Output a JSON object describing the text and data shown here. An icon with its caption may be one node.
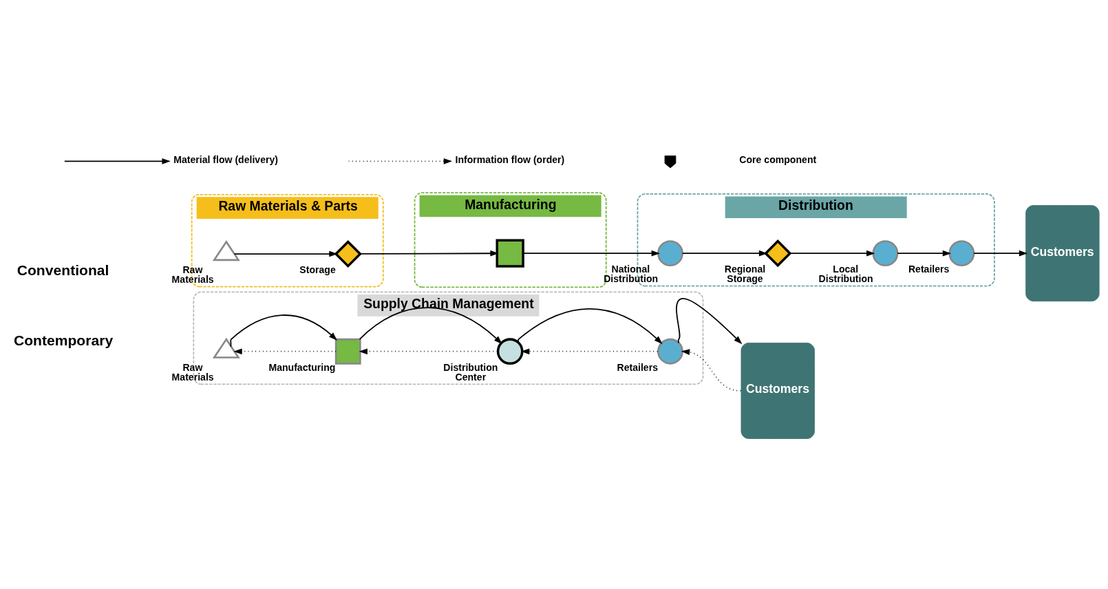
{
  "diagram": {
    "nodes": [
      {
        "text": [
          "Raw Materials & Parts"
        ]
      },
      {
        "text": [
          "Raw Materials"
        ],
        "in": 0
      },
      {
        "text": [
          "Storage"
        ],
        "in": 0
      },
      {
        "text": [
          "Manufacturing"
        ]
      },
      {
        "text": [],
        "shape": "box",
        "in": 3
      },
      {
        "text": [
          "Distribution"
        ]
      },
      {
        "text": [
          "National Distribution"
        ],
        "in": 5
      },
      {
        "text": [
          "Regional Storage"
        ],
        "in": 5
      },
      {
        "text": [
          "Local Distribution"
        ],
        "in": 5
      },
      {
        "text": [
          "Retailers"
        ],
        "in": 5
      },
      {
        "text": [
          "Customers"
        ]
      },
      {
        "text": [
          "Supply Chain Management"
        ]
      },
      {
        "text": [
          "Raw Materials"
        ],
        "in": 11
      },
      {
        "text": [
          "Manufacturing"
        ],
        "in": 11
      },
      {
        "text": [
          "Distribution Center"
        ],
        "in": 11
      },
      {
        "text": [
          "Retailers"
        ],
        "in": 11
      },
      {
        "text": [
          "Customers"
        ]
      }
    ],
    "edges": [
      {
        "from": 1,
        "to": 2,
        "arrow": "to"
      },
      {
        "from": 2,
        "to": 4,
        "arrow": "to"
      },
      {
        "from": 4,
        "to": 6,
        "arrow": "to"
      },
      {
        "from": 6,
        "to": 7,
        "arrow": "to"
      },
      {
        "from": 7,
        "to": 8,
        "arrow": "to"
      },
      {
        "from": 8,
        "to": 9,
        "arrow": "to"
      },
      {
        "from": 9,
        "to": 10,
        "arrow": "to"
      },
      {
        "from": 12,
        "to": 13,
        "arrow": "to"
      },
      {
        "from": 13,
        "to": 12,
        "arrow": "to",
        "style": "dashed"
      },
      {
        "from": 13,
        "to": 14,
        "arrow": "to"
      },
      {
        "from": 14,
        "to": 13,
        "arrow": "to",
        "style": "dashed"
      },
      {
        "from": 14,
        "to": 15,
        "arrow": "to"
      },
      {
        "from": 15,
        "to": 14,
        "arrow": "to",
        "style": "dashed"
      },
      {
        "from": 15,
        "to": 16,
        "arrow": "to"
      },
      {
        "from": 16,
        "to": 15,
        "arrow": "to",
        "style": "dashed"
      }
    ],
    "labels": [
      "Conventional",
      "Contemporary"
    ],
    "legend": [
      {
        "text": "Material flow (delivery)"
      },
      {
        "text": "Information flow (order)"
      },
      {
        "text": "Core component"
      }
    ]
  }
}
